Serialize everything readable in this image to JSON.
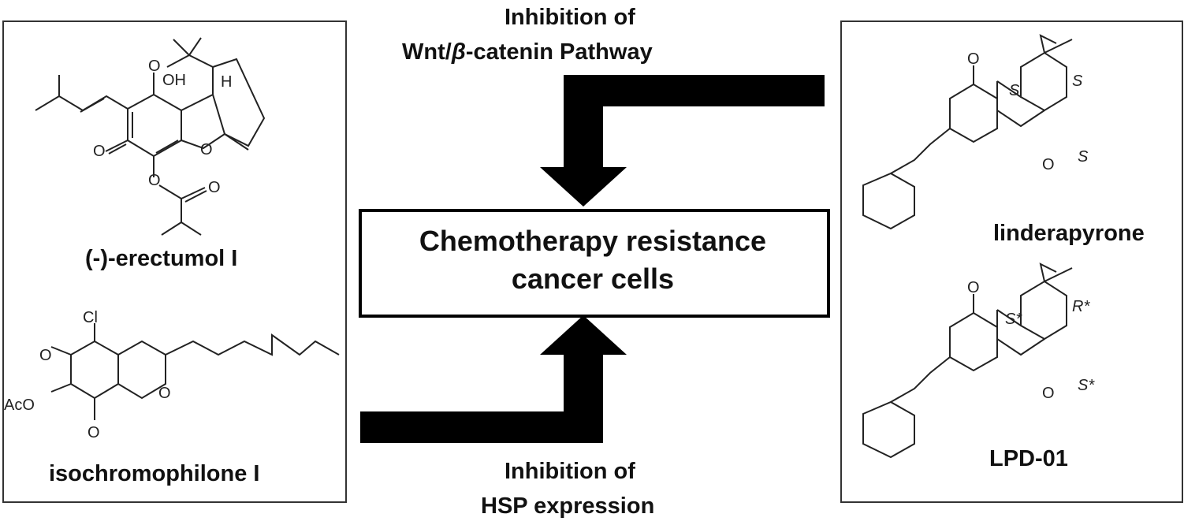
{
  "top_caption": {
    "line1": "Inhibition of",
    "line2_pre": "Wnt/",
    "line2_beta": "β",
    "line2_post": "-catenin Pathway"
  },
  "bottom_caption": {
    "line1": "Inhibition of",
    "line2": "HSP expression"
  },
  "center": {
    "line1": "Chemotherapy resistance",
    "line2": "cancer cells"
  },
  "compounds": {
    "erectumol": "(-)-erectumol I",
    "isochromophilone": "isochromophilone I",
    "linderapyrone": "linderapyrone",
    "lpd01": "LPD-01"
  },
  "atoms": {
    "o": "O",
    "oh": "OH",
    "h": "H",
    "cl": "Cl",
    "aco": "AcO",
    "s": "S",
    "s_star": "S*",
    "r_star": "R*"
  },
  "colors": {
    "ink": "#111111",
    "frame": "#333333",
    "arrow": "#000000"
  }
}
